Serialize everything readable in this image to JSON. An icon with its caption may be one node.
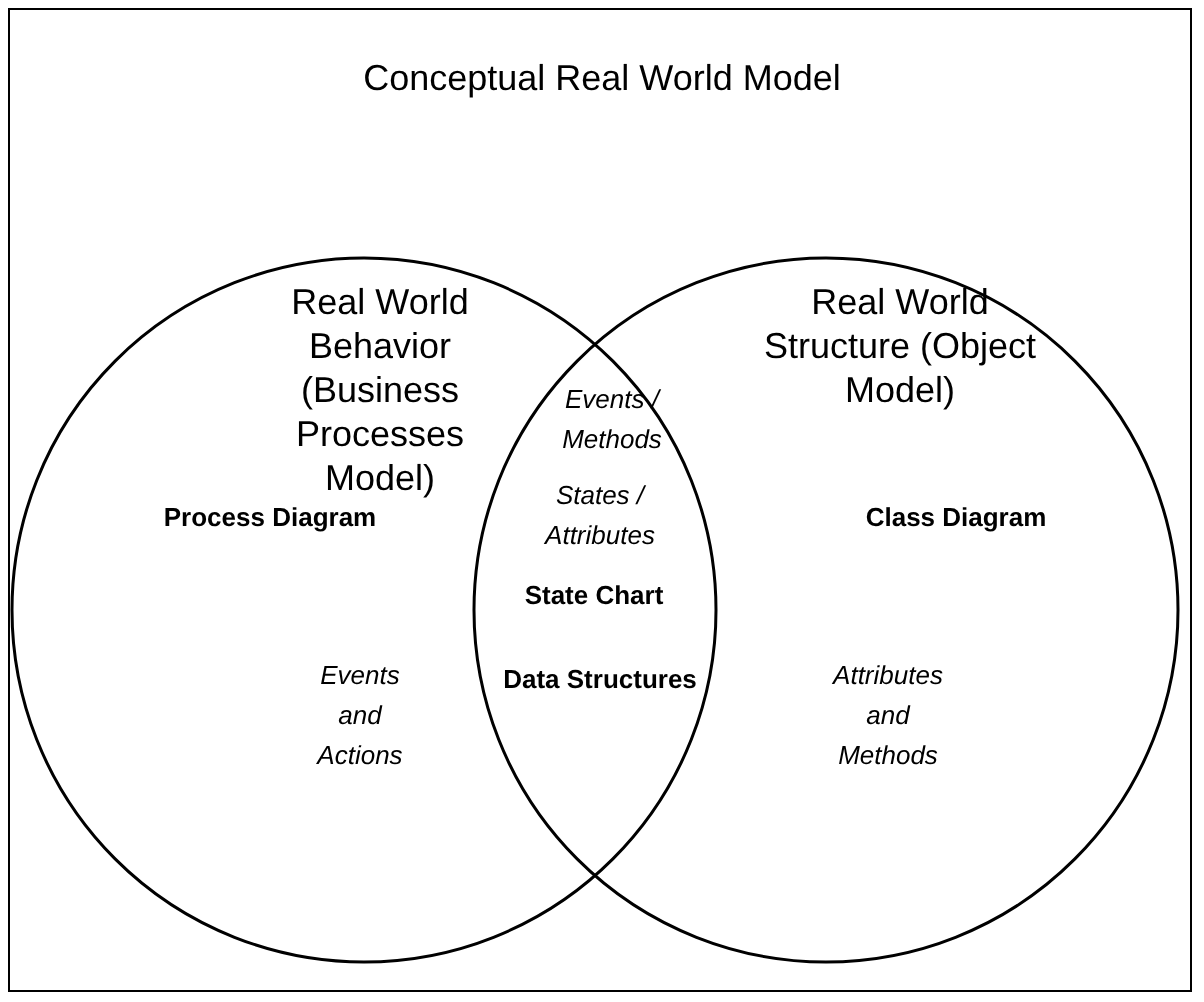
{
  "diagram": {
    "title": "Conceptual Real World Model",
    "nodes": [
      {
        "text": [
          "Real World Behavior (Business Processes Model)",
          "Process Diagram",
          "Events and Actions"
        ]
      },
      {
        "text": [
          "Real World Structure (Object Model)",
          "Class Diagram",
          "Attributes and Methods"
        ]
      }
    ],
    "labels": [
      "Events / Methods",
      "States / Attributes",
      "State Chart",
      "Data Structures"
    ]
  }
}
